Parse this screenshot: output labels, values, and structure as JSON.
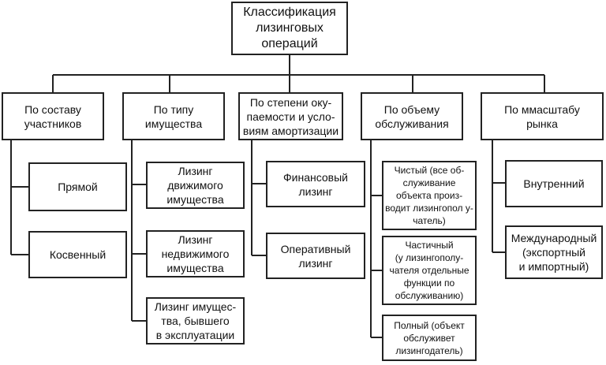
{
  "root": "Классификация\nлизинговых\nопераций",
  "categories": [
    {
      "label": "По составу\nучастников",
      "items": [
        "Прямой",
        "Косвенный"
      ]
    },
    {
      "label": "По типу\nимущества",
      "items": [
        "Лизинг\nдвижимого\nимущества",
        "Лизинг\nнедвижимого\nимущества",
        "Лизинг имущес-\nтва, бывшего\nв эксплуатации"
      ]
    },
    {
      "label": "По степени оку-\nпаемости и усло-\nвиям амортизации",
      "items": [
        "Финансовый\nлизинг",
        "Оперативный\nлизинг"
      ]
    },
    {
      "label": "По объему\nобслуживания",
      "items": [
        "Чистый (все об-\nслуживание\nобъекта произ-\nводит лизингопол у-\nчатель)",
        "Частичный\n(у лизингополу-\nчателя отдельные\nфункции по\nобслуживанию)",
        "Полный (объект\nобслуживет\nлизингодатель)"
      ]
    },
    {
      "label": "По ммасштабу\nрынка",
      "items": [
        "Внутренний",
        "Международный\n(экспортный\nи импортный)"
      ]
    }
  ]
}
